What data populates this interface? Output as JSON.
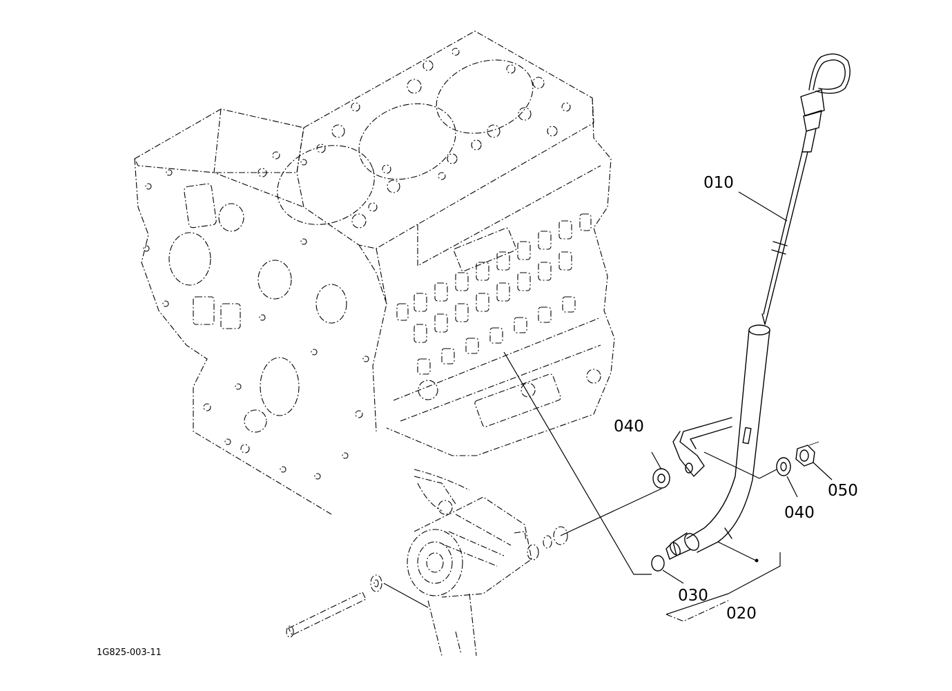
{
  "drawing_code": "1G825-003-11",
  "callouts": {
    "c010": "010",
    "c020": "020",
    "c030": "030",
    "c040_upper": "040",
    "c040_lower": "040",
    "c050": "050"
  }
}
